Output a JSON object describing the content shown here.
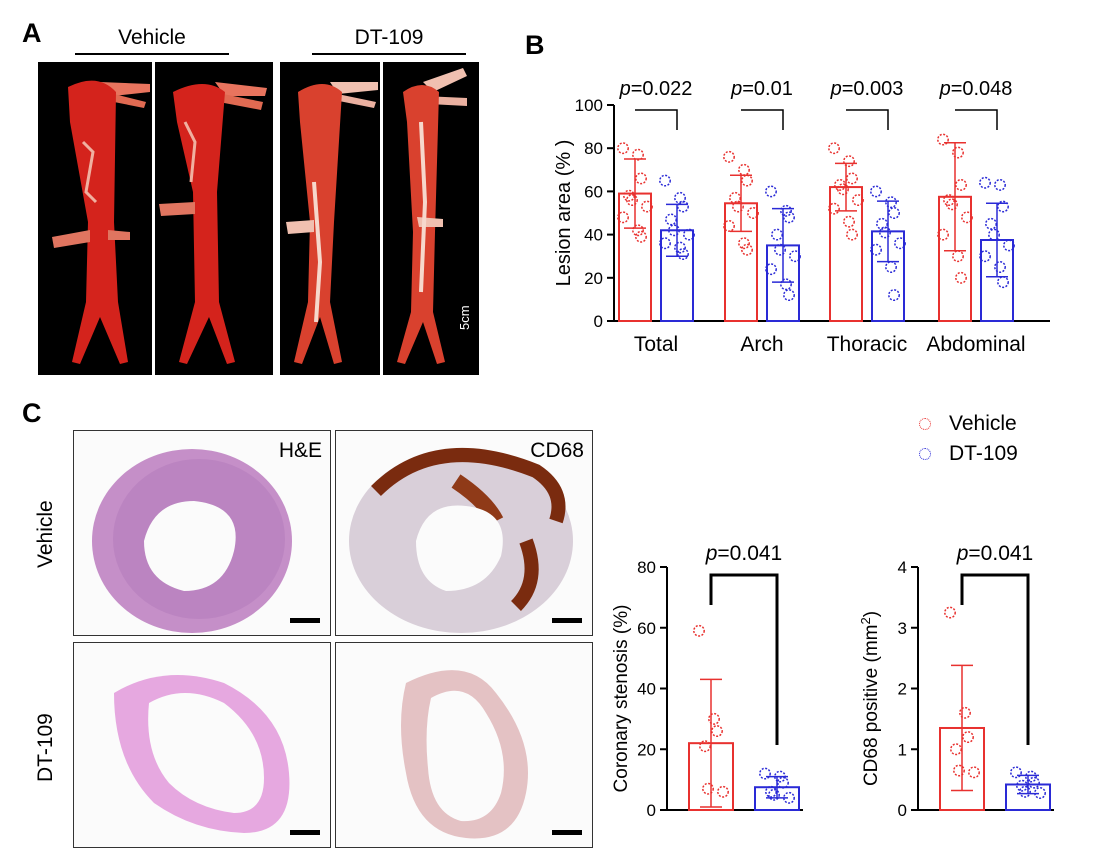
{
  "panels": {
    "a": "A",
    "b": "B",
    "c": "C"
  },
  "panel_a": {
    "groups": [
      "Vehicle",
      "DT-109"
    ],
    "scale_label": "5cm"
  },
  "panel_c": {
    "rows": [
      "Vehicle",
      "DT-109"
    ],
    "stains": [
      "H&E",
      "CD68"
    ]
  },
  "legend": {
    "items": [
      {
        "label": "Vehicle",
        "color": "#e8312f"
      },
      {
        "label": "DT-109",
        "color": "#2a2ad6"
      }
    ]
  },
  "colors": {
    "vehicle": "#e8312f",
    "dt109": "#2a2ad6"
  },
  "chart_data": [
    {
      "type": "bar",
      "id": "lesion",
      "ylabel": "Lesion area (% )",
      "ylim": [
        0,
        100
      ],
      "yticks": [
        0,
        20,
        40,
        60,
        80,
        100
      ],
      "categories": [
        "Total",
        "Arch",
        "Thoracic",
        "Abdominal"
      ],
      "pvalues": [
        "=0.022",
        "=0.01",
        "=0.003",
        "=0.048"
      ],
      "series": [
        {
          "name": "Vehicle",
          "means": [
            59,
            54.5,
            62,
            57.5
          ],
          "sd": [
            16,
            13,
            11,
            25
          ],
          "points": [
            [
              80,
              77,
              66,
              58,
              56,
              53,
              48,
              42,
              39
            ],
            [
              76,
              70,
              65,
              57,
              53,
              50,
              44,
              36,
              33
            ],
            [
              80,
              74,
              66,
              63,
              61,
              56,
              52,
              46,
              40
            ],
            [
              84,
              78,
              63,
              56,
              54,
              48,
              40,
              30,
              20
            ]
          ]
        },
        {
          "name": "DT-109",
          "means": [
            42,
            35,
            41.5,
            37.5
          ],
          "sd": [
            12,
            17,
            14,
            17
          ],
          "points": [
            [
              65,
              57,
              53,
              47,
              42,
              40,
              36,
              34,
              31
            ],
            [
              60,
              51,
              48,
              40,
              33,
              30,
              24,
              17,
              12
            ],
            [
              60,
              55,
              50,
              45,
              41,
              36,
              33,
              25,
              12
            ],
            [
              64,
              63,
              53,
              45,
              40,
              35,
              30,
              25,
              18
            ]
          ]
        }
      ]
    },
    {
      "type": "bar",
      "id": "stenosis",
      "ylabel": "Coronary stenosis (%)",
      "ylim": [
        0,
        80
      ],
      "yticks": [
        0,
        20,
        40,
        60,
        80
      ],
      "pvalue": "=0.041",
      "series": [
        {
          "name": "Vehicle",
          "mean": 22,
          "sd": 21,
          "points": [
            59,
            30,
            26,
            21,
            7,
            6
          ]
        },
        {
          "name": "DT-109",
          "mean": 7.5,
          "sd": 3.5,
          "points": [
            12,
            11,
            9,
            6,
            5,
            4
          ]
        }
      ]
    },
    {
      "type": "bar",
      "id": "cd68",
      "ylabel": "CD68 positive (mm",
      "ylabel_sup": "2",
      "ylabel_close": ")",
      "ylim": [
        0,
        4
      ],
      "yticks": [
        0,
        1,
        2,
        3,
        4
      ],
      "pvalue": "=0.041",
      "series": [
        {
          "name": "Vehicle",
          "mean": 1.35,
          "sd": 1.03,
          "points": [
            3.25,
            1.6,
            1.2,
            1.0,
            0.65,
            0.62
          ]
        },
        {
          "name": "DT-109",
          "mean": 0.42,
          "sd": 0.15,
          "points": [
            0.62,
            0.55,
            0.45,
            0.4,
            0.3,
            0.28
          ]
        }
      ]
    }
  ]
}
